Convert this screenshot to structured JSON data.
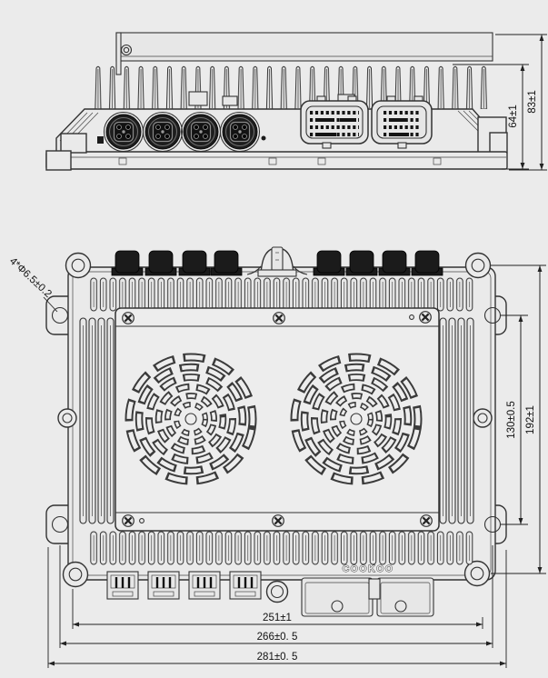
{
  "colors": {
    "background": "#ebebeb",
    "line": "#333333",
    "connector_black": "#1b1b1b",
    "plate": "#ededed"
  },
  "side_view": {
    "dim_connector_height": "64±1",
    "dim_overall_height": "83±1"
  },
  "plan_view": {
    "callout_mount_holes": "4*Φ6.5±0.2",
    "dim_hole_span_vertical": "130±0.5",
    "dim_overall_height": "192±1",
    "dim_connector_span": "251±1",
    "dim_hole_span_horizontal": "266±0. 5",
    "dim_overall_width": "281±0. 5",
    "brand": "COOKOO"
  }
}
